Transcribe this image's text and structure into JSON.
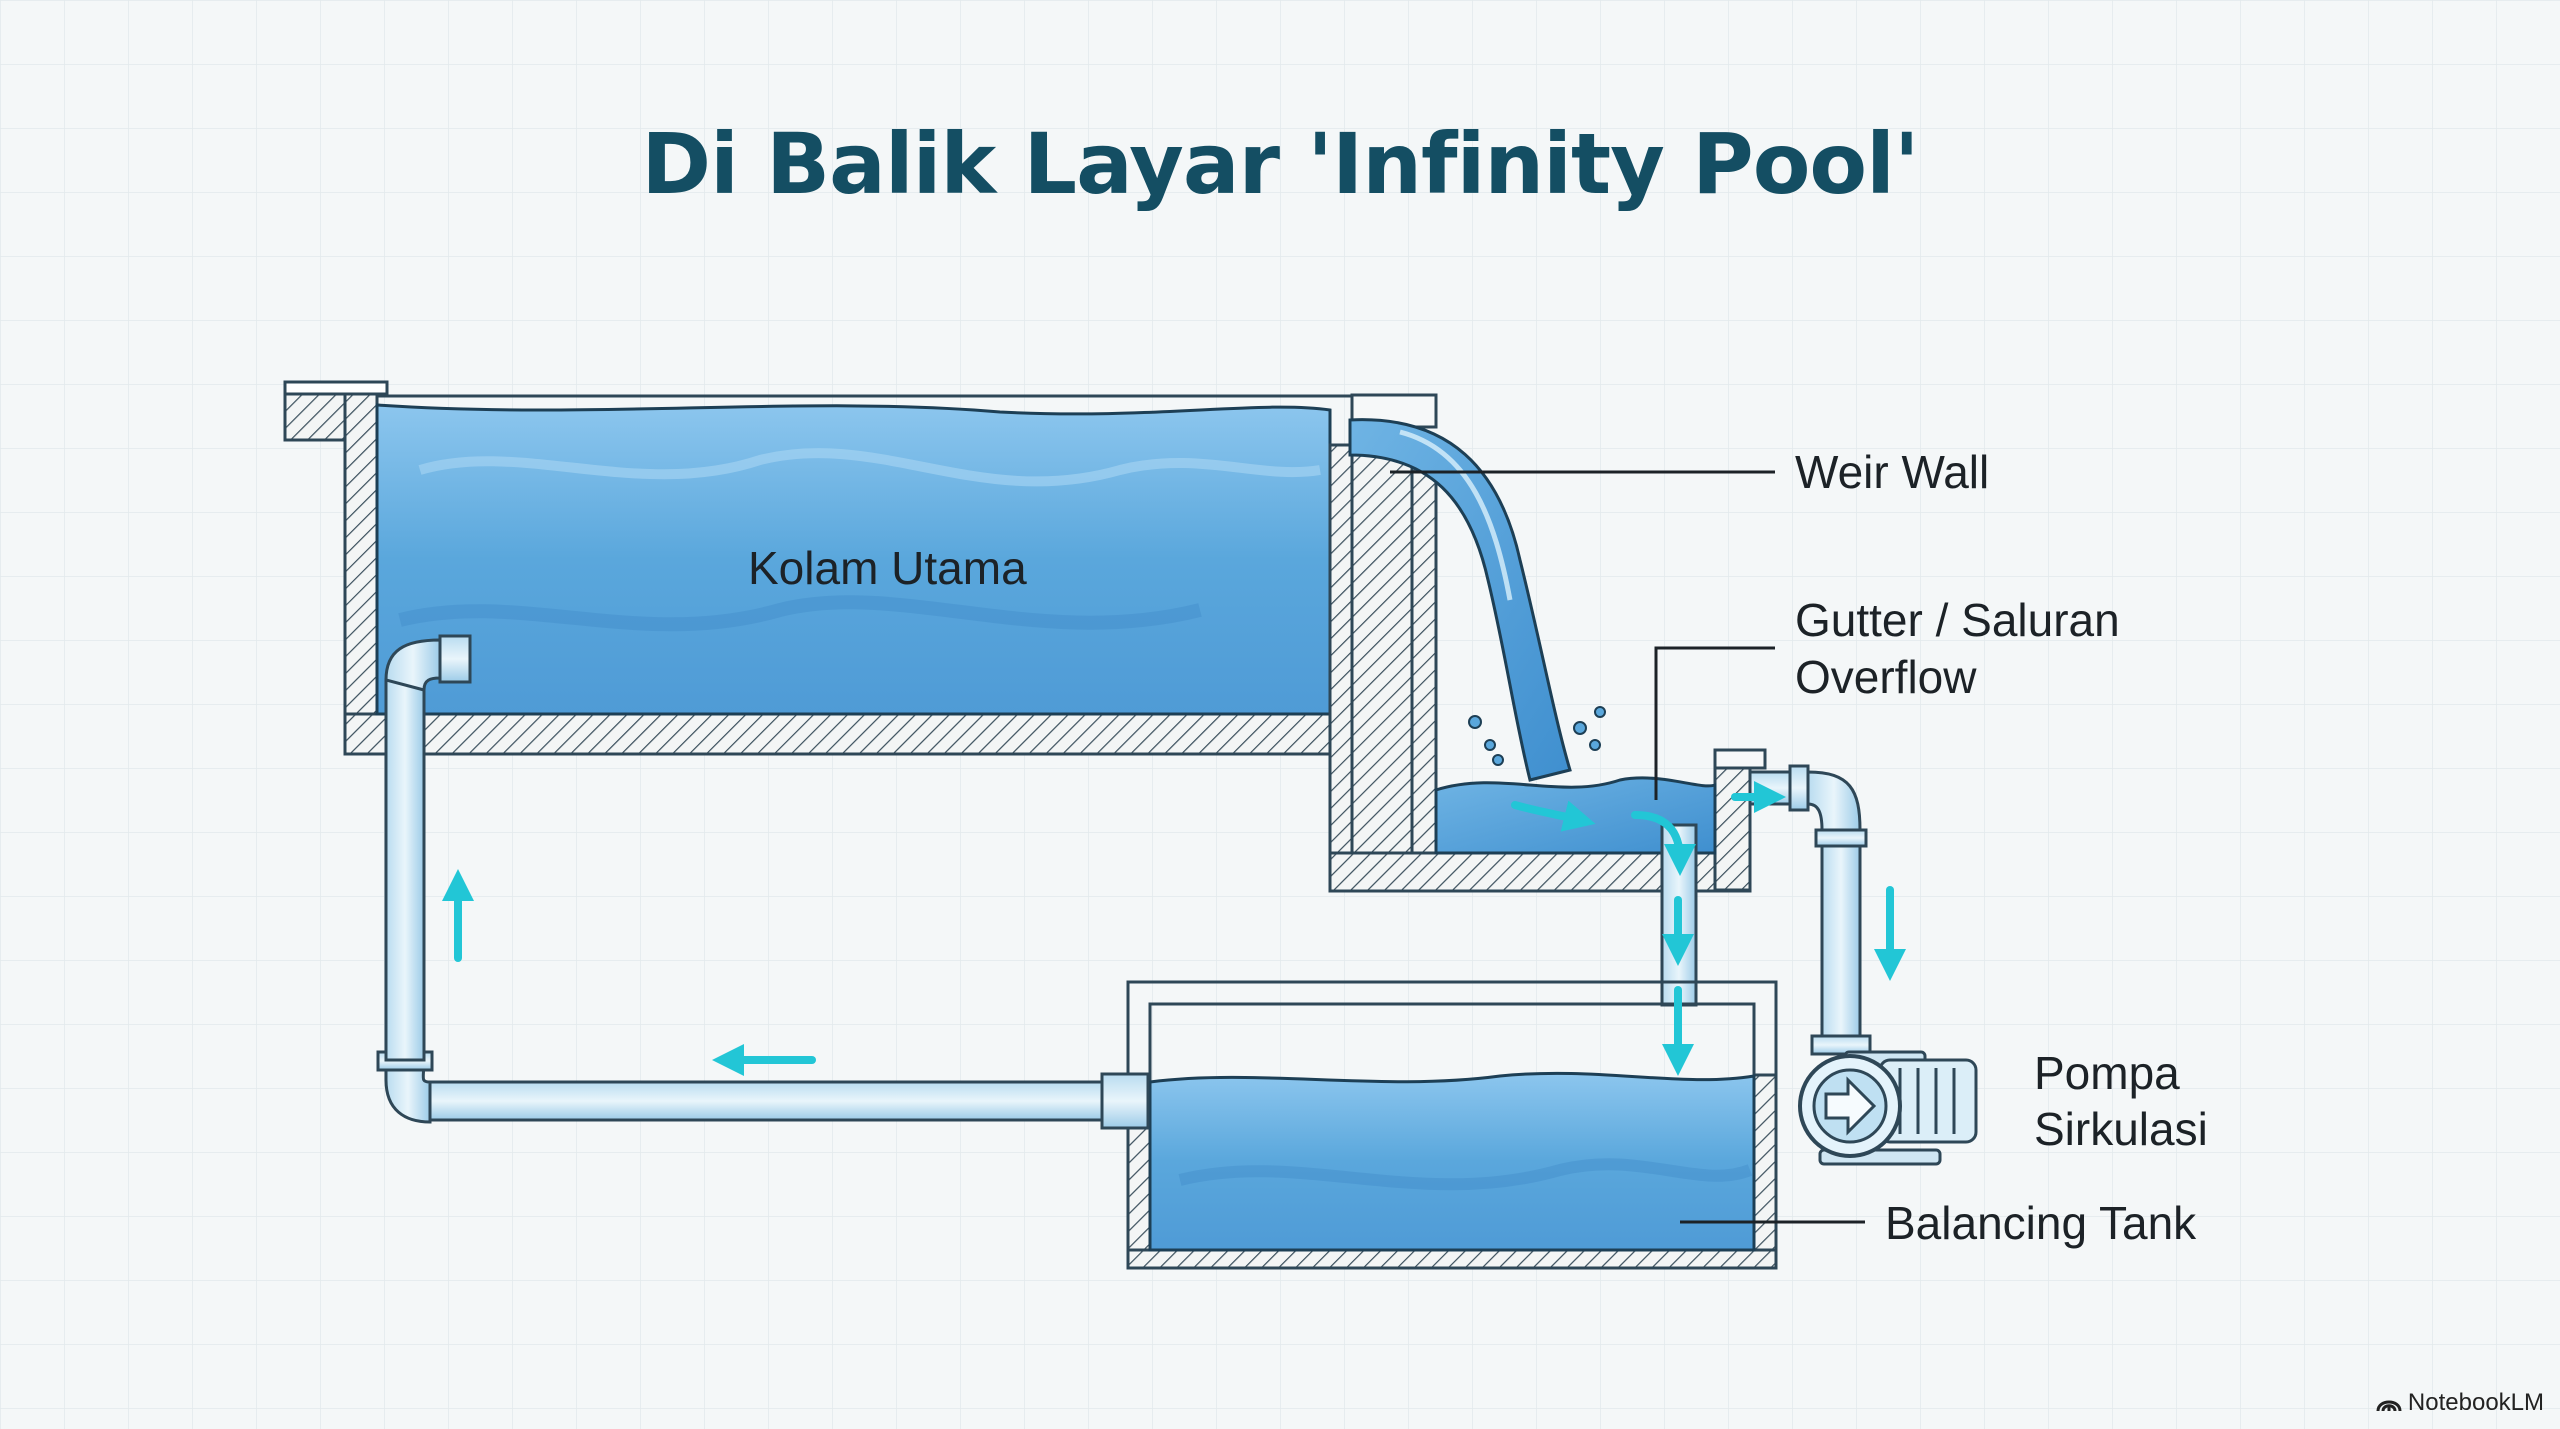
{
  "title": "Di Balik Layar 'Infinity Pool'",
  "labels": {
    "main_pool": "Kolam Utama",
    "weir_wall": "Weir Wall",
    "gutter_line1": "Gutter / Saluran",
    "gutter_line2": "Overflow",
    "pump_line1": "Pompa",
    "pump_line2": "Sirkulasi",
    "balancing_tank": "Balancing Tank"
  },
  "watermark": "NotebookLM",
  "icons": [
    "notebooklm-logo-icon",
    "flow-arrow-icon",
    "pump-icon",
    "water-splash-icon"
  ],
  "colors": {
    "title": "#144e63",
    "water": "#5aa7dc",
    "outline": "#1d3f55",
    "arrow": "#22c6d6",
    "pipe": "#cfe6f3",
    "grid": "#e2e9ec"
  }
}
